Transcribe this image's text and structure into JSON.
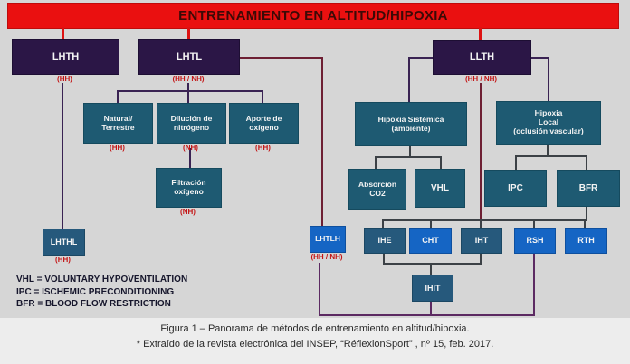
{
  "banner": {
    "title": "ENTRENAMIENTO EN ALTITUD/HIPOXIA"
  },
  "colors": {
    "banner_red": "#ea1010",
    "main_box_purple": "#2b1646",
    "method_box_teal": "#1e5a72",
    "sub_box_slate": "#26597c",
    "sub_box_blue": "#1565c4",
    "annotation_red": "#c41414"
  },
  "nodes": {
    "lhth": {
      "label": "LHTH",
      "sub": "(HH)"
    },
    "lhtl": {
      "label": "LHTL",
      "sub": "(HH / NH)"
    },
    "llth": {
      "label": "LLTH",
      "sub": "(HH / NH)"
    },
    "natural": {
      "label": "Natural/\nTerrestre",
      "sub": "(HH)"
    },
    "dilucion": {
      "label": "Dilución de\nnitrógeno",
      "sub": "(NH)"
    },
    "aporte": {
      "label": "Aporte de\noxígeno",
      "sub": "(HH)"
    },
    "filtracion": {
      "label": "Filtración\noxígeno",
      "sub": "(NH)"
    },
    "sistemica": {
      "label": "Hipoxia Sistémica\n(ambiente)"
    },
    "local": {
      "label": "Hipoxia\nLocal\n(oclusión vascular)"
    },
    "absorcion": {
      "label": "Absorción\nCO2"
    },
    "vhl": {
      "label": "VHL"
    },
    "ipc": {
      "label": "IPC"
    },
    "bfr": {
      "label": "BFR"
    },
    "lhthl": {
      "label": "LHTHL",
      "sub": "(HH)"
    },
    "lhtlh": {
      "label": "LHTLH",
      "sub": "(HH / NH)"
    },
    "ihe": {
      "label": "IHE"
    },
    "cht": {
      "label": "CHT"
    },
    "iht": {
      "label": "IHT"
    },
    "rsh": {
      "label": "RSH"
    },
    "rth": {
      "label": "RTH"
    },
    "ihit": {
      "label": "IHIT"
    }
  },
  "legend": {
    "lines": [
      "VHL = VOLUNTARY HYPOVENTILATION",
      "IPC = ISCHEMIC PRECONDITIONING",
      "BFR = BLOOD FLOW RESTRICTION"
    ]
  },
  "caption": {
    "line1": "Figura 1 – Panorama de métodos de entrenamiento en altitud/hipoxia.",
    "line2": "* Extraído de la revista electrónica del  INSEP, “RéflexionSport” , nº 15, feb. 2017."
  }
}
